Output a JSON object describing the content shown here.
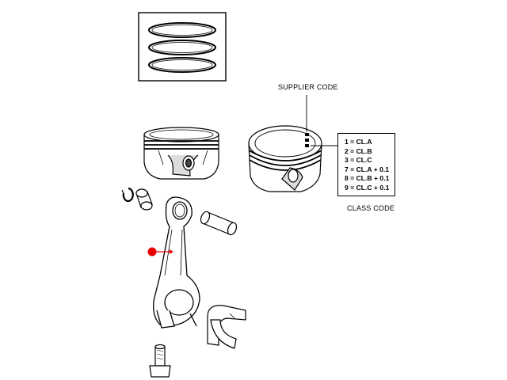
{
  "labels": {
    "supplier_code": "SUPPLIER CODE",
    "class_code": "CLASS CODE"
  },
  "class_codes": [
    "1 = CL.A",
    "2 = CL.B",
    "3 = CL.C",
    "7 = CL.A + 0.1",
    "8 = CL.B + 0.1",
    "9 = CL.C + 0.1"
  ],
  "colors": {
    "line": "#000000",
    "callout_marker": "#e60000"
  }
}
